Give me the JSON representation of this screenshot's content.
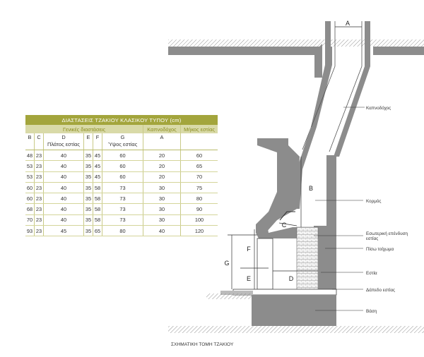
{
  "table": {
    "title": "ΔΙΑΣΤΑΣΕΙΣ ΤΖΑΚΙΟΥ ΚΛΑΣΙΚΟΥ ΤΥΠΟΥ (cm)",
    "group_general": "Γενικές διαστάσεις",
    "group_chimney": "Καπνοδόχος",
    "group_hearth_length": "Μήκος εστίας",
    "col_B": "B",
    "col_C": "C",
    "col_D": "D",
    "col_D_sub": "Πλάτος εστίας",
    "col_E": "E",
    "col_F": "F",
    "col_G": "G",
    "col_G_sub": "Ύψος εστίας",
    "col_A": "A",
    "rows": [
      [
        "48",
        "23",
        "40",
        "35",
        "45",
        "60",
        "20",
        "60"
      ],
      [
        "53",
        "23",
        "40",
        "35",
        "45",
        "60",
        "20",
        "65"
      ],
      [
        "53",
        "23",
        "40",
        "35",
        "45",
        "60",
        "20",
        "70"
      ],
      [
        "60",
        "23",
        "40",
        "35",
        "58",
        "73",
        "30",
        "75"
      ],
      [
        "60",
        "23",
        "40",
        "35",
        "58",
        "73",
        "30",
        "80"
      ],
      [
        "68",
        "23",
        "40",
        "35",
        "58",
        "73",
        "30",
        "90"
      ],
      [
        "70",
        "23",
        "40",
        "35",
        "58",
        "73",
        "30",
        "100"
      ],
      [
        "93",
        "23",
        "45",
        "35",
        "65",
        "80",
        "40",
        "120"
      ]
    ]
  },
  "diagram": {
    "dims": {
      "A": "A",
      "B": "B",
      "C": "C",
      "D": "D",
      "E": "E",
      "F": "F",
      "G": "G"
    },
    "labels": {
      "chimney": "Καπνοδόχος",
      "flue": "Κορμός",
      "inner_lining_1": "Εσωτερική επένδυση",
      "inner_lining_2": "εστίας",
      "back_wall": "Πίσω τοίχωμα",
      "hearth": "Εστία",
      "hearth_floor": "Δάπεδο εστίας",
      "base": "Βάση"
    },
    "caption": "ΣΧΗΜΑΤΙΚΗ ΤΟΜΗ ΤΖΑΚΙΟΥ"
  },
  "colors": {
    "wall": "#8c8c8c",
    "accent": "#a3a53c",
    "header_light": "#d9daa8"
  }
}
